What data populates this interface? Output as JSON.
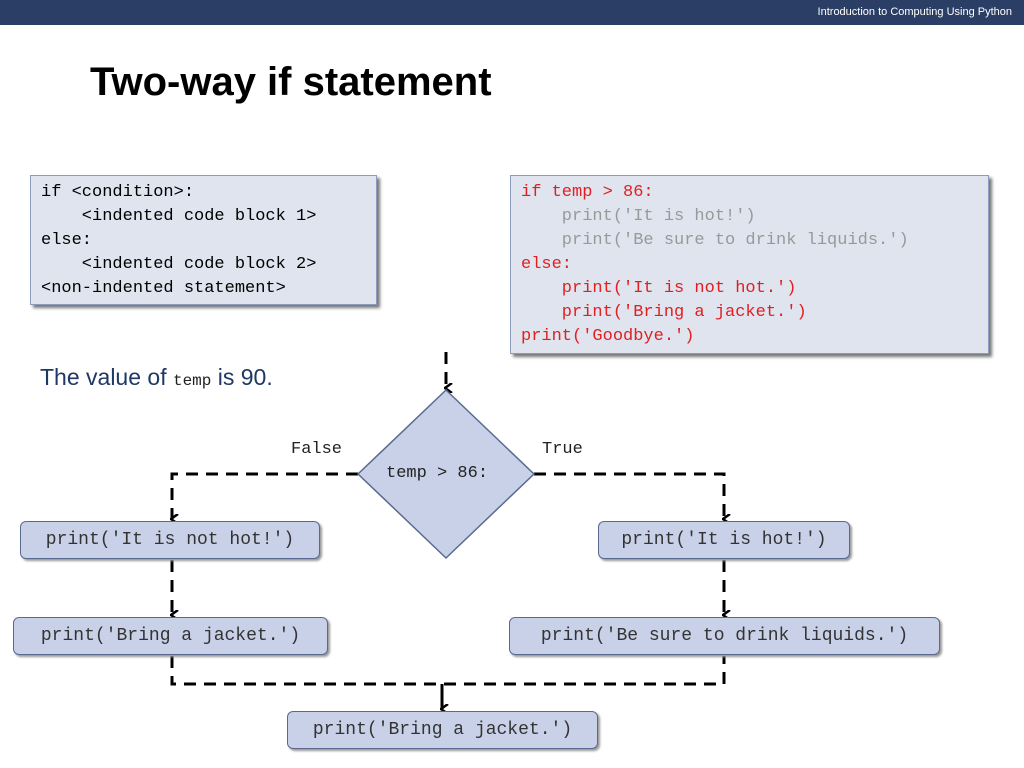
{
  "header": {
    "course": "Introduction to Computing Using Python"
  },
  "title": "Two-way if statement",
  "syntax_lines": [
    "if <condition>:",
    "    <indented code block 1>",
    "else:",
    "    <indented code block 2>",
    "<non-indented statement>"
  ],
  "example_lines": [
    {
      "text": "if temp > 86:",
      "color": "#e02020"
    },
    {
      "text": "    print('It is hot!')",
      "color": "#999999"
    },
    {
      "text": "    print('Be sure to drink liquids.')",
      "color": "#999999"
    },
    {
      "text": "else:",
      "color": "#e02020"
    },
    {
      "text": "    print('It is not hot.')",
      "color": "#e02020"
    },
    {
      "text": "    print('Bring a jacket.')",
      "color": "#e02020"
    },
    {
      "text": "print('Goodbye.')",
      "color": "#e02020"
    }
  ],
  "value_note": {
    "prefix": "The value of ",
    "var": "temp",
    "suffix": " is 90."
  },
  "flowchart": {
    "condition": "temp > 86:",
    "false_label": "False",
    "true_label": "True",
    "false_nodes": [
      "print('It is not hot!')",
      "print('Bring a jacket.')"
    ],
    "true_nodes": [
      "print('It is hot!')",
      "print('Be sure to drink liquids.')"
    ],
    "final_node": "print('Bring a jacket.')"
  }
}
